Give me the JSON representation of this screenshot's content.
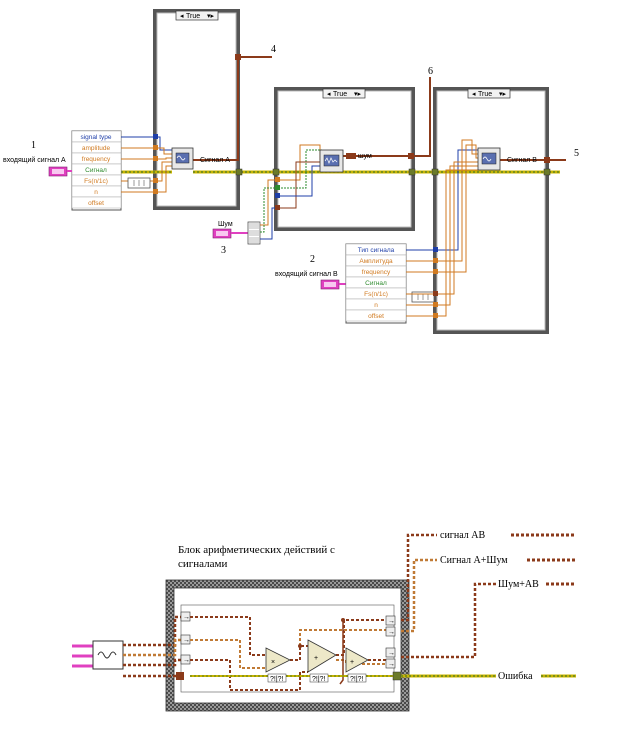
{
  "top": {
    "case_label": "True",
    "numbers": {
      "n1": "1",
      "n2": "2",
      "n3": "3",
      "n4": "4",
      "n5": "5",
      "n6": "6"
    },
    "input_a_label": "входящий сигнал A",
    "input_b_label": "входящий сигнал B",
    "noise_input_label": "Шум",
    "signal_a_out": "Сигнал A",
    "signal_b_out": "Сигнал B",
    "noise_out": "шум",
    "bundle_a": [
      "signal type",
      "amplitude",
      "frequency",
      "Сигнал",
      "Fs(п/1с)",
      "n",
      "offset"
    ],
    "bundle_b": [
      "Тип сигнала",
      "Амплитуда",
      "frequency",
      "Сигнал",
      "Fs(п/1с)",
      "n",
      "offset"
    ]
  },
  "bottom": {
    "title_line1": "Блок арифметических действий с",
    "title_line2": "сигналами",
    "out_ab": "сигнал АВ",
    "out_a_noise": "Сигнал А+Шум",
    "out_noise_ab": "Шум+АВ",
    "out_error": "Ошибка"
  },
  "colors": {
    "orange_wire": "#c07a35",
    "brown_wire": "#8b3a1a",
    "dynamic_wire": "#b8860b",
    "enum_wire": "#1f3fa8",
    "bool_wire": "#2e8b2e",
    "pink_control": "#e040c0"
  }
}
